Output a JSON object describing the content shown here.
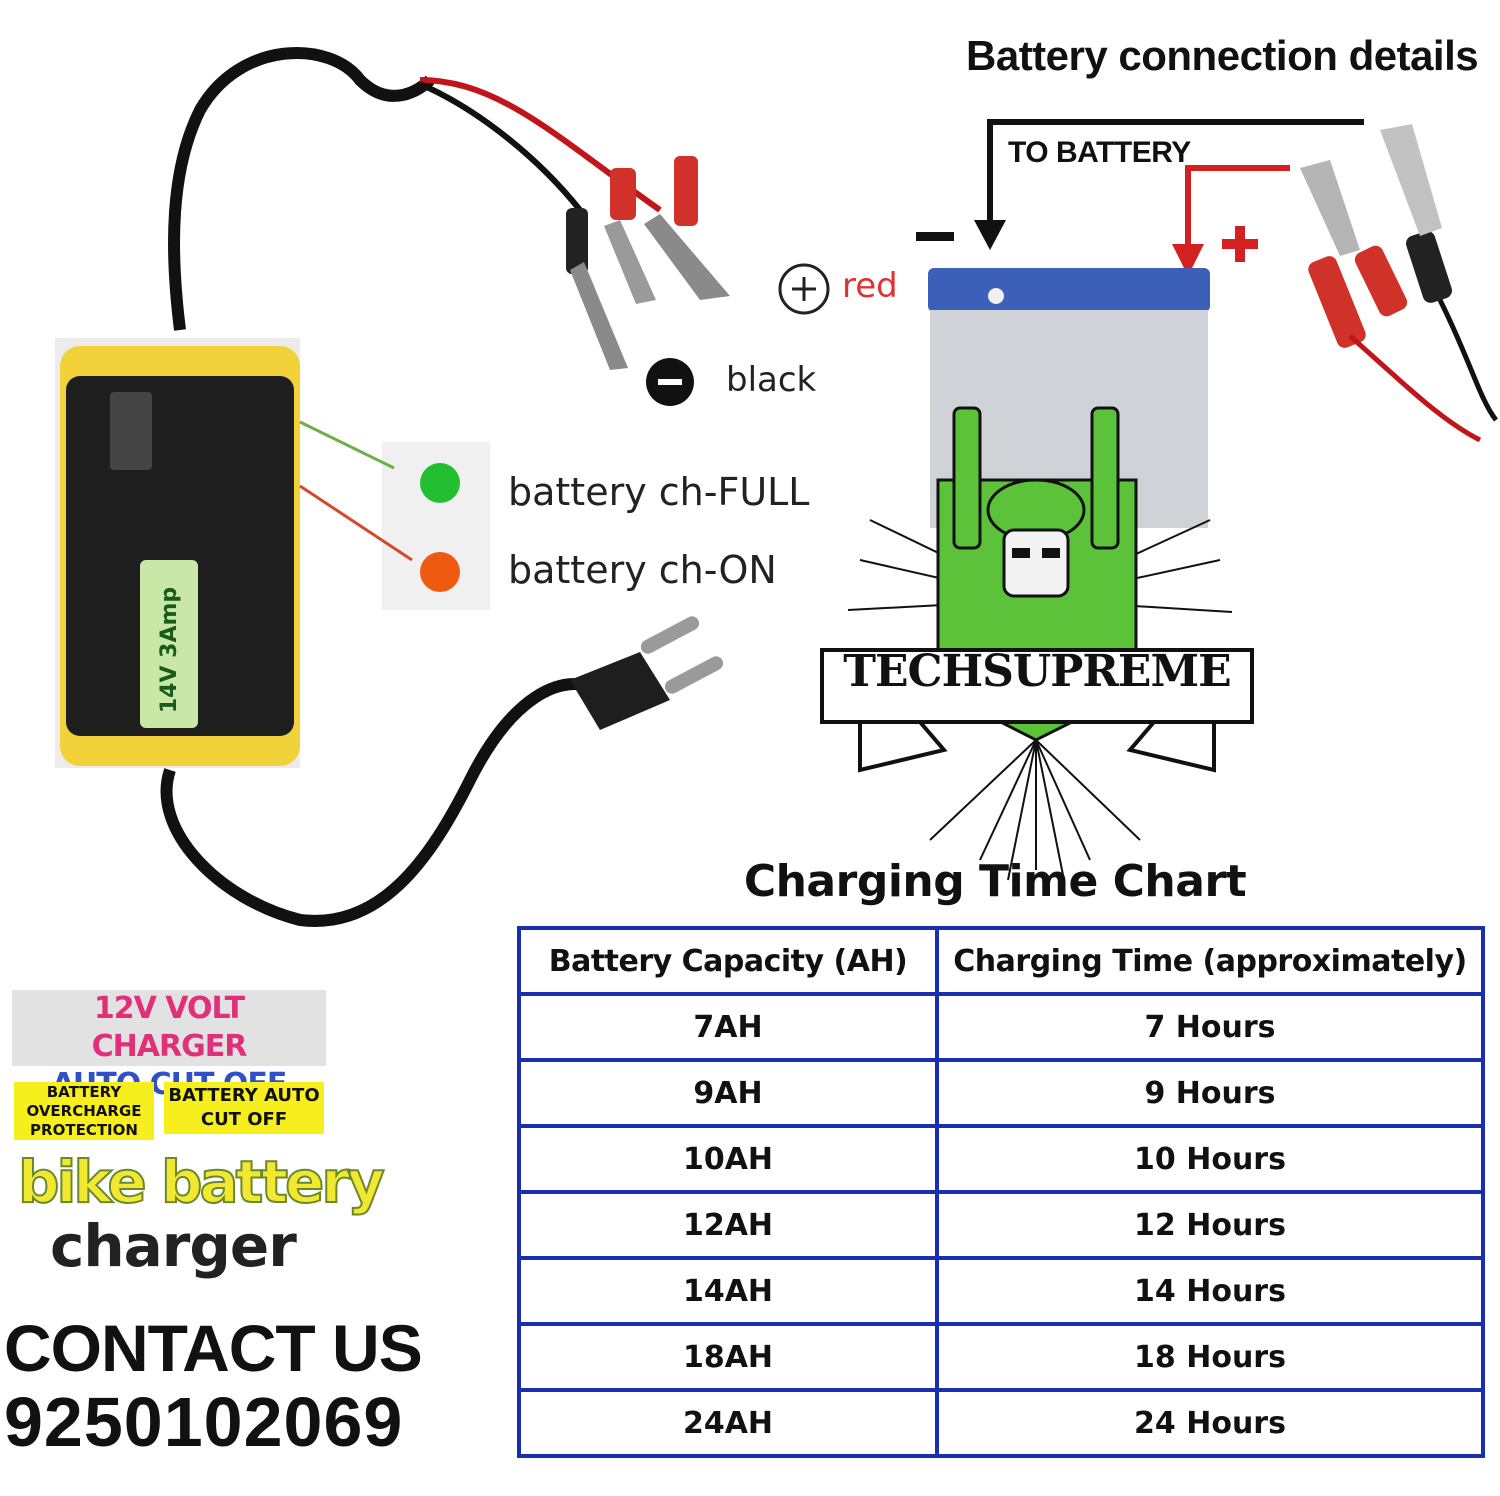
{
  "labels": {
    "positive_color": "red",
    "negative_color": "black",
    "led_full": "battery ch-FULL",
    "led_on": "battery ch-ON",
    "device_rating": "14V 3Amp"
  },
  "connection": {
    "title": "Battery connection details",
    "to_battery": "TO BATTERY",
    "minus": "−",
    "plus": "+"
  },
  "brand": {
    "name": "TECHSUPREME"
  },
  "chart": {
    "title": "Charging Time Chart",
    "headers": [
      "Battery Capacity (AH)",
      "Charging Time (approximately)"
    ],
    "rows": [
      {
        "capacity": "7AH",
        "time": "7 Hours"
      },
      {
        "capacity": "9AH",
        "time": "9 Hours"
      },
      {
        "capacity": "10AH",
        "time": "10 Hours"
      },
      {
        "capacity": "12AH",
        "time": "12 Hours"
      },
      {
        "capacity": "14AH",
        "time": "14 Hours"
      },
      {
        "capacity": "18AH",
        "time": "18 Hours"
      },
      {
        "capacity": "24AH",
        "time": "24 Hours"
      }
    ]
  },
  "promo": {
    "line1": "12V VOLT CHARGER",
    "line2": "AUTO CUT OFF",
    "tag1": "BATTERY OVERCHARGE PROTECTION",
    "tag2": "BATTERY AUTO CUT OFF",
    "bike_battery": "bike battery",
    "charger": "charger",
    "contact_label": "CONTACT US",
    "contact_phone": "9250102069"
  },
  "colors": {
    "table_border": "#1a2fb0",
    "accent_red": "#d33",
    "led_green": "#22c030",
    "led_orange": "#f05a10",
    "device_yellow": "#f2d23a",
    "logo_green": "#5cc23a"
  }
}
